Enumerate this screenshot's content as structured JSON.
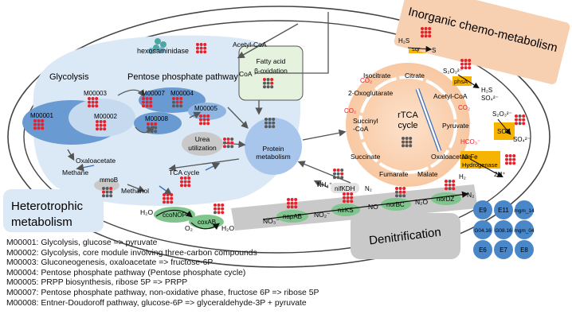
{
  "sections": {
    "inorganic": "Inorganic chemo-metabolism",
    "heterotrophic_line1": "Heterotrophic",
    "heterotrophic_line2": "metabolism",
    "denitrification": "Denitrification"
  },
  "modules": {
    "glycolysis": "Glycolysis",
    "pentose": "Pentose phosphate pathway",
    "m1": "M00001",
    "m2": "M00002",
    "m3": "M00003",
    "m4": "M00004",
    "m5": "M00005",
    "m7": "M00007",
    "m8": "M00008"
  },
  "hetero_labels": {
    "hexosaminidase": "hexosaminidase",
    "acetyl_coa": "Acetyl-CoA",
    "coa": "CoA",
    "fatty_acid_1": "Fatty acid",
    "fatty_acid_2": "β-oxidation",
    "urea_1": "Urea",
    "urea_2": "utilization",
    "protein_1": "Protein",
    "protein_2": "metabolism",
    "oxaloacetate": "Oxaloacetate",
    "tca": "TCA cycle",
    "methane": "Methane",
    "mmob": "mmoB",
    "methanol": "Methanol",
    "nh4": "NH₄⁺",
    "nifkdh": "nifKDH",
    "n2": "N₂"
  },
  "rtca": {
    "title_1": "rTCA",
    "title_2": "cycle",
    "isocitrate": "Isocitrate",
    "citrate": "Citrate",
    "two_oxo": "2-Oxoglutarate",
    "acetyl_coa": "Acetyl-CoA",
    "succinyl_1": "Succinyl",
    "succinyl_2": "-CoA",
    "pyruvate": "Pyruvate",
    "succinate": "Succinate",
    "oxaloacetate": "Oxaloacetate",
    "fumarate": "Fumarate",
    "malate": "Malate",
    "co2": "CO₂",
    "hco3": "HCO₃⁻"
  },
  "sulfur": {
    "h2s": "H₂S",
    "s": "S",
    "sqr": "sqr",
    "s2o3_a": "S₂O₃²⁻",
    "phsa": "phsA",
    "h2s_b": "H₂S",
    "so4_a": "SO₄²⁻",
    "s2o3_b": "S₂O₃²⁻",
    "sox": "SOX",
    "so4_b": "SO₄²⁻",
    "nife": "Ni-Fe",
    "hydrogenase": "Hydrogenase",
    "h2": "H₂",
    "twoh": "2H⁺"
  },
  "respiration": {
    "h2o_a": "H₂O",
    "cconop": "ccoNOP",
    "o2": "O₂",
    "coxab": "coxAB",
    "h2o_b": "H₂O"
  },
  "denitrification_chain": {
    "no3": "NO₃⁻",
    "napab": "napAB",
    "no2": "NO₂⁻",
    "nirks": "nirKS",
    "no": "NO",
    "norbc": "norBC",
    "n2o": "N₂O",
    "nordz": "norDZ",
    "n2": "N₂"
  },
  "genomes": [
    "E9",
    "E11",
    "mgm_14",
    "G04.16",
    "G08.16",
    "mgm_04",
    "E6",
    "E7",
    "E8"
  ],
  "legend": [
    "M00001: Glycolysis, glucose => pyruvate",
    "M00002: Glycolysis, core module involving three-carbon compounds",
    "M00003: Gluconeogenesis, oxaloacetate => fructose-6P",
    "M00004: Pentose phosphate pathway (Pentose phosphate cycle)",
    "M00005: PRPP biosynthesis, ribose 5P => PRPP",
    "M00007: Pentose phosphate pathway, non-oxidative phase, fructose 6P => ribose 5P",
    "M00008: Entner-Doudoroff pathway, glucose-6P => glyceraldehyde-3P + pyruvate"
  ],
  "colors": {
    "present": "#e8202a",
    "absent": "#5a5a5a",
    "module_blue": "#6a9ad2",
    "module_light": "#c5d9ef",
    "region_blue": "#dbe9f6",
    "region_peach": "#fbd3b4",
    "gene_green": "#7fc58d",
    "gene_orange": "#f6b400",
    "banner_peach": "#f7d0b2",
    "genome_blue": "#4a87c8"
  }
}
